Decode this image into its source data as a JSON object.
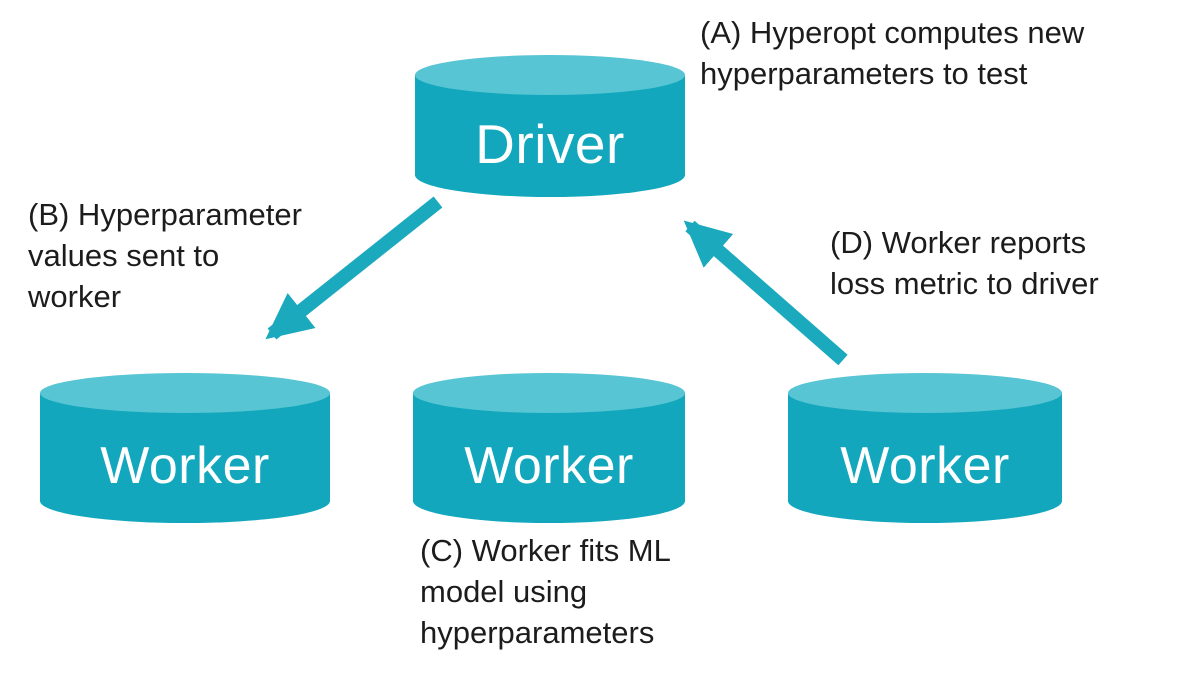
{
  "diagram": {
    "nodes": {
      "driver": {
        "label": "Driver"
      },
      "worker_left": {
        "label": "Worker"
      },
      "worker_middle": {
        "label": "Worker"
      },
      "worker_right": {
        "label": "Worker"
      }
    },
    "annotations": {
      "a": {
        "text": "(A) Hyperopt computes new hyperparameters to test",
        "lines": [
          "(A) Hyperopt computes new",
          "hyperparameters to test"
        ]
      },
      "b": {
        "text": "(B) Hyperparameter values sent to worker",
        "lines": [
          "(B) Hyperparameter",
          "values sent to",
          "worker"
        ]
      },
      "c": {
        "text": "(C) Worker fits ML model using hyperparameters",
        "lines": [
          "(C) Worker fits ML",
          "model using",
          "hyperparameters"
        ]
      },
      "d": {
        "text": "(D) Worker reports loss metric to driver",
        "lines": [
          "(D) Worker reports",
          "loss metric to driver"
        ]
      }
    },
    "colors": {
      "cylinder_body": "#12a7bc",
      "cylinder_top": "#57c5d3",
      "arrow": "#1ba9be",
      "annotation_text": "#1c1c1c",
      "node_label_text": "#ffffff",
      "background": "#ffffff"
    }
  }
}
